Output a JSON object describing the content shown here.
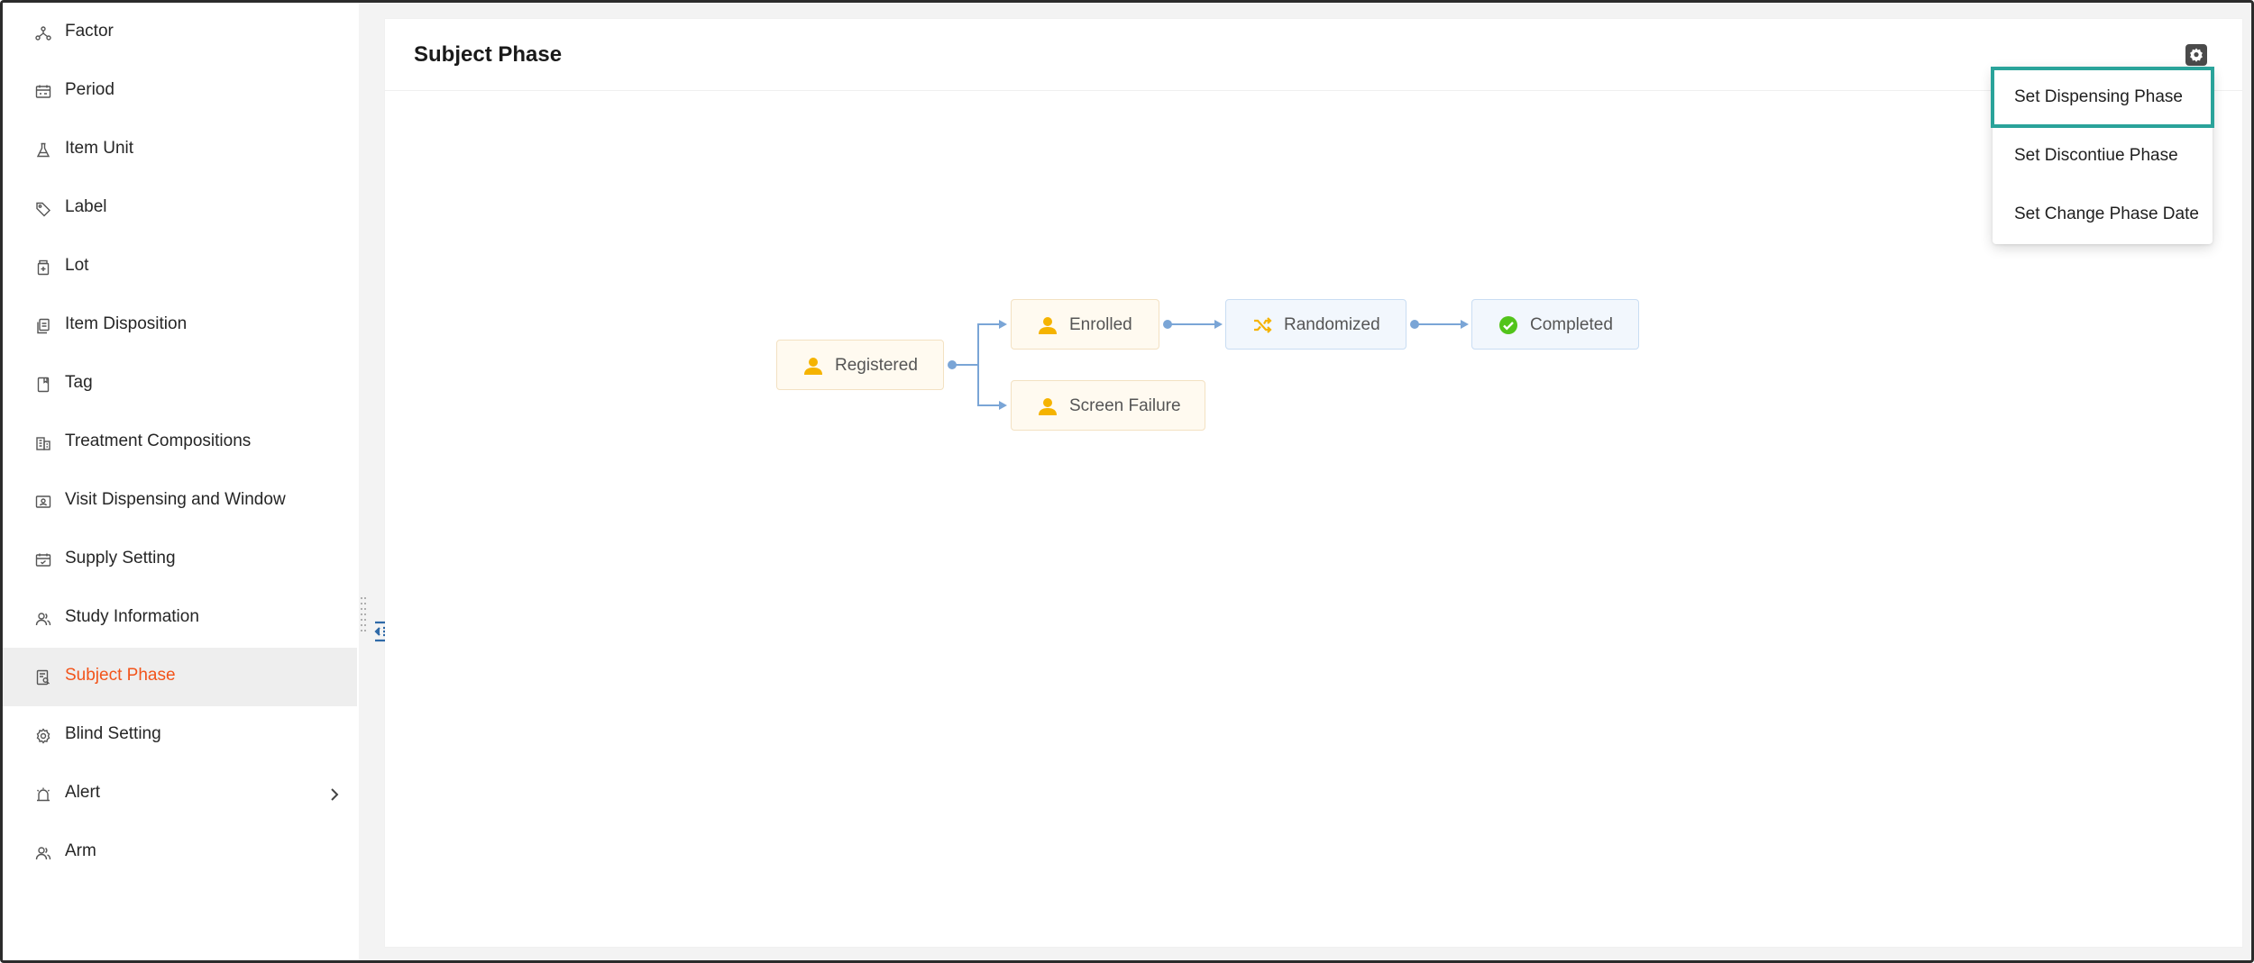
{
  "sidebar": {
    "items": [
      {
        "label": "Factor",
        "icon": "factor-icon"
      },
      {
        "label": "Period",
        "icon": "calendar-icon"
      },
      {
        "label": "Item Unit",
        "icon": "flask-icon"
      },
      {
        "label": "Label",
        "icon": "tag-label-icon"
      },
      {
        "label": "Lot",
        "icon": "medicine-bottle-icon"
      },
      {
        "label": "Item Disposition",
        "icon": "documents-icon"
      },
      {
        "label": "Tag",
        "icon": "bookmark-icon"
      },
      {
        "label": "Treatment Compositions",
        "icon": "building-icon"
      },
      {
        "label": "Visit Dispensing and Window",
        "icon": "id-card-icon"
      },
      {
        "label": "Supply Setting",
        "icon": "calendar-check-icon"
      },
      {
        "label": "Study Information",
        "icon": "users-icon"
      },
      {
        "label": "Subject Phase",
        "icon": "document-search-icon",
        "active": true
      },
      {
        "label": "Blind Setting",
        "icon": "gear-icon"
      },
      {
        "label": "Alert",
        "icon": "alarm-icon",
        "has_submenu": true
      },
      {
        "label": "Arm",
        "icon": "users-icon"
      }
    ]
  },
  "main": {
    "title": "Subject Phase"
  },
  "dropdown": {
    "items": [
      {
        "label": "Set Dispensing Phase",
        "focused": true
      },
      {
        "label": "Set Discontiue Phase"
      },
      {
        "label": "Set Change Phase Date"
      }
    ]
  },
  "flow": {
    "nodes": [
      {
        "id": "registered",
        "label": "Registered",
        "icon": "user-icon"
      },
      {
        "id": "enrolled",
        "label": "Enrolled",
        "icon": "user-icon"
      },
      {
        "id": "screen_failure",
        "label": "Screen Failure",
        "icon": "user-icon"
      },
      {
        "id": "randomized",
        "label": "Randomized",
        "icon": "shuffle-icon"
      },
      {
        "id": "completed",
        "label": "Completed",
        "icon": "check-circle-icon"
      }
    ],
    "colors": {
      "active_accent": "#f2541b",
      "focus_outline": "#2aa39a",
      "user_icon": "#f5b300",
      "check_icon": "#52c41a",
      "edge": "#7aa5d6"
    }
  }
}
